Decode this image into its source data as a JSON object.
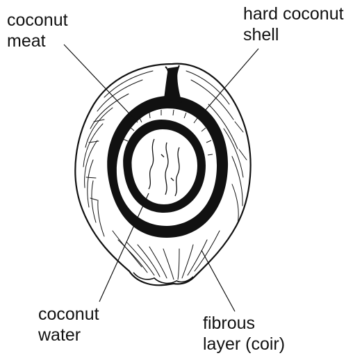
{
  "labels": {
    "coconut_meat": [
      "coconut",
      "meat"
    ],
    "hard_shell": [
      "hard coconut",
      "shell"
    ],
    "coconut_water": [
      "coconut",
      "water"
    ],
    "fibrous_layer": [
      "fibrous",
      "layer (coir)"
    ]
  },
  "colors": {
    "ink": "#111111",
    "background": "#ffffff"
  }
}
